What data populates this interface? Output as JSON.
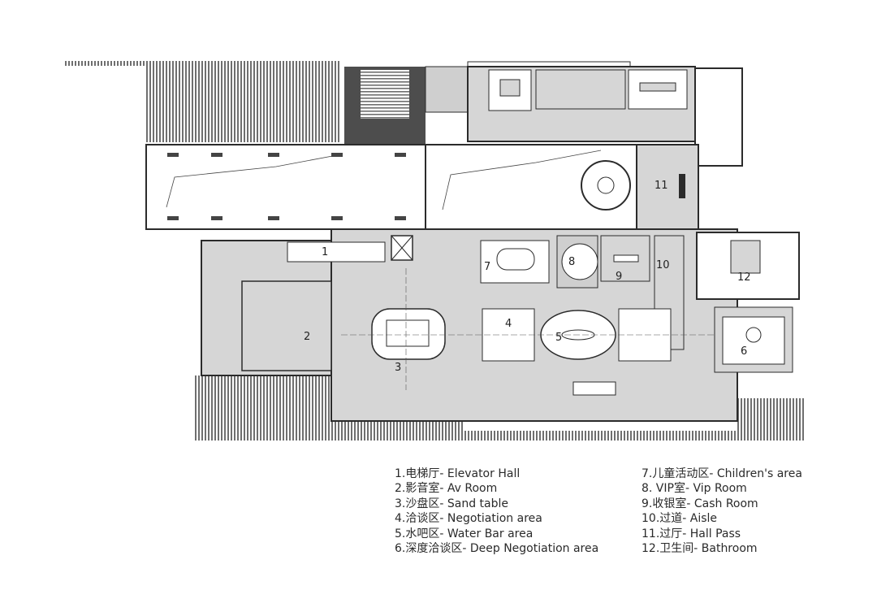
{
  "legend_left": [
    "1.电梯厅-  Elevator Hall",
    "2.影音室- Av Room",
    "3.沙盘区- Sand table",
    "4.洽谈区- Negotiation area",
    "5.水吧区- Water Bar area",
    "6.深度洽谈区- Deep Negotiation area"
  ],
  "legend_right": [
    "7.儿童活动区-  Children's area",
    "8. VIP室- Vip Room",
    "9.收银室- Cash Room",
    "10.过道- Aisle",
    "11.过厅- Hall Pass",
    "12.卫生间- Bathroom"
  ],
  "room_numbers": [
    "1",
    "2",
    "3",
    "4",
    "5",
    "6",
    "7",
    "8",
    "9",
    "10",
    "11",
    "12"
  ],
  "colors": {
    "floor": "#d6d6d6",
    "wall": "#2b2b2b",
    "dark_room": "#555555",
    "hatch": "#6f6f6f"
  }
}
